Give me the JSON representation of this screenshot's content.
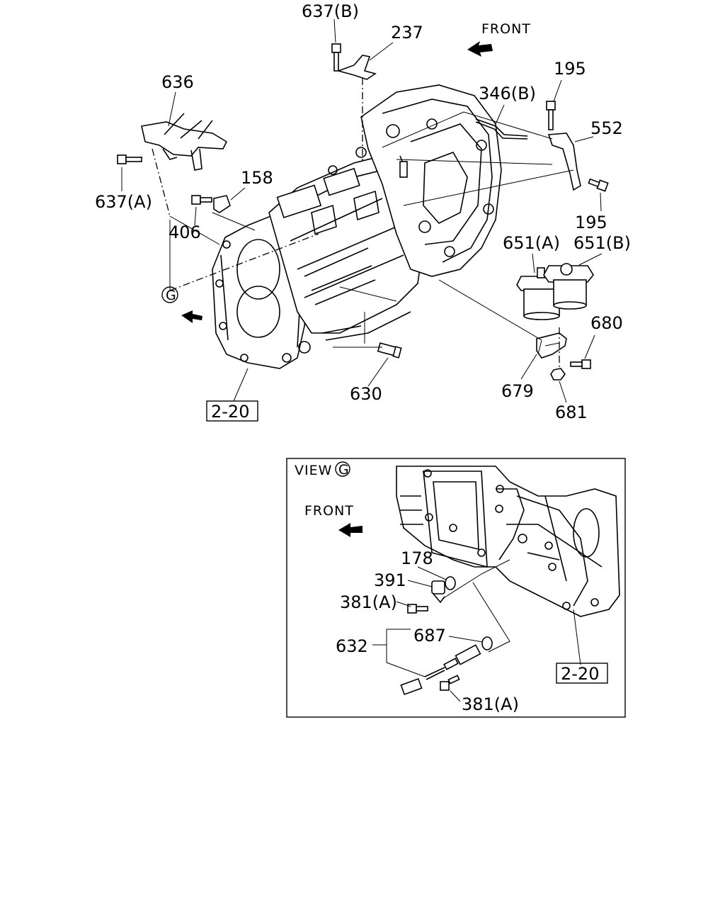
{
  "upper": {
    "labels": {
      "p637b": "637(B)",
      "p237": "237",
      "front": "FRONT",
      "p195_top": "195",
      "p346b": "346(B)",
      "p636": "636",
      "p552": "552",
      "p158": "158",
      "p637a": "637(A)",
      "p195_bot": "195",
      "p406": "406",
      "p651a": "651(A)",
      "p651b": "651(B)",
      "g_marker": "G",
      "p680": "680",
      "p630": "630",
      "p679": "679",
      "p681": "681",
      "ref_box": "2-20"
    }
  },
  "inset": {
    "labels": {
      "view": "VIEW",
      "view_marker": "G",
      "front": "FRONT",
      "p178": "178",
      "p391": "391",
      "p381a_top": "381(A)",
      "p687": "687",
      "p632": "632",
      "p381a_bot": "381(A)",
      "ref_box": "2-20"
    }
  }
}
